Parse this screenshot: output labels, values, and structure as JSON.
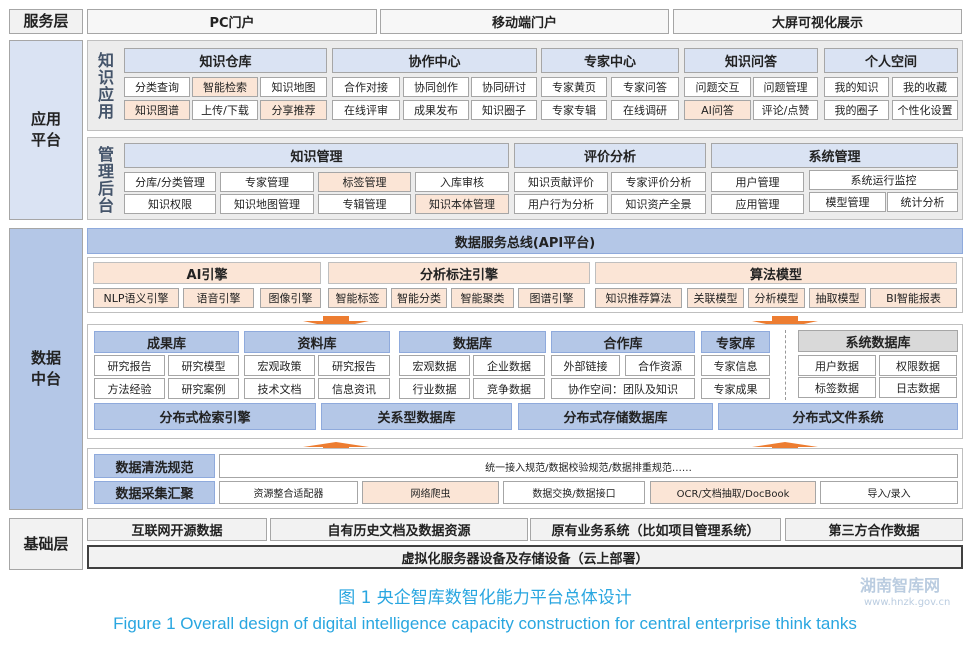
{
  "service_layer": {
    "label": "服务层",
    "items": [
      "PC门户",
      "移动端门户",
      "大屏可视化展示"
    ]
  },
  "app_platform": {
    "label": "应用平台",
    "knowledge_app": {
      "label": "知识应用",
      "groups": [
        {
          "title": "知识仓库",
          "items": [
            "分类查询",
            "智能检索",
            "知识地图",
            "知识图谱",
            "上传/下载",
            "分享推荐"
          ]
        },
        {
          "title": "协作中心",
          "items": [
            "合作对接",
            "协同创作",
            "协同研讨",
            "在线评审",
            "成果发布",
            "知识圈子"
          ]
        },
        {
          "title": "专家中心",
          "items": [
            "专家黄页",
            "专家问答",
            "专家专辑",
            "在线调研"
          ]
        },
        {
          "title": "知识问答",
          "items": [
            "问题交互",
            "问题管理",
            "AI问答",
            "评论/点赞"
          ]
        },
        {
          "title": "个人空间",
          "items": [
            "我的知识",
            "我的收藏",
            "我的圈子",
            "个性化设置"
          ]
        }
      ]
    },
    "admin": {
      "label": "管理后台",
      "groups": [
        {
          "title": "知识管理",
          "items": [
            "分库/分类管理",
            "专家管理",
            "标签管理",
            "入库审核",
            "知识权限",
            "知识地图管理",
            "专辑管理",
            "知识本体管理"
          ]
        },
        {
          "title": "评价分析",
          "items": [
            "知识贡献评价",
            "专家评价分析",
            "用户行为分析",
            "知识资产全景"
          ]
        },
        {
          "title": "系统管理",
          "items": [
            "用户管理",
            "系统运行监控",
            "应用管理",
            "模型管理",
            "统计分析"
          ]
        }
      ]
    }
  },
  "data_platform": {
    "label": "数据中台",
    "bus": "数据服务总线(API平台)",
    "engines": [
      {
        "title": "AI引擎",
        "items": [
          "NLP语义引擎",
          "语音引擎",
          "图像引擎"
        ]
      },
      {
        "title": "分析标注引擎",
        "items": [
          "智能标签",
          "智能分类",
          "智能聚类",
          "图谱引擎"
        ]
      },
      {
        "title": "算法模型",
        "items": [
          "知识推荐算法",
          "关联模型",
          "分析模型",
          "抽取模型",
          "BI智能报表"
        ]
      }
    ],
    "libraries": [
      {
        "title": "成果库",
        "items": [
          "研究报告",
          "研究模型",
          "方法经验",
          "研究案例"
        ]
      },
      {
        "title": "资料库",
        "items": [
          "宏观政策",
          "研究报告",
          "技术文档",
          "信息资讯"
        ]
      },
      {
        "title": "数据库",
        "items": [
          "宏观数据",
          "企业数据",
          "行业数据",
          "竞争数据"
        ]
      },
      {
        "title": "合作库",
        "items": [
          "外部链接",
          "合作资源",
          "协作空间：团队及知识"
        ]
      },
      {
        "title": "专家库",
        "items": [
          "专家信息",
          "专家成果"
        ]
      }
    ],
    "system_db": {
      "title": "系统数据库",
      "items": [
        "用户数据",
        "权限数据",
        "标签数据",
        "日志数据"
      ]
    },
    "storage": [
      "分布式检索引擎",
      "关系型数据库",
      "分布式存储数据库",
      "分布式文件系统"
    ],
    "cleaning": {
      "label": "数据清洗规范",
      "text": "统一接入规范/数据校验规范/数据排重规范……"
    },
    "collection": {
      "label": "数据采集汇聚",
      "items": [
        "资源整合适配器",
        "网络爬虫",
        "数据交换/数据接口",
        "OCR/文档抽取/DocBook",
        "导入/录入"
      ]
    }
  },
  "base_layer": {
    "label": "基础层",
    "sources": [
      "互联网开源数据",
      "自有历史文档及数据资源",
      "原有业务系统（比如项目管理系统）",
      "第三方合作数据"
    ],
    "infrastructure": "虚拟化服务器设备及存储设备（云上部署）"
  },
  "caption": {
    "zh": "图 1  央企智库数智化能力平台总体设计",
    "en": "Figure 1  Overall design of digital intelligence capacity construction for central enterprise think tanks"
  },
  "watermark": {
    "name": "湖南智库网",
    "url": "www.hnzk.gov.cn"
  },
  "colors": {
    "header_light_blue": "#dae3f3",
    "header_blue": "#b4c7e7",
    "highlight_orange": "#fbe5d6",
    "arrow_orange": "#ed7d31",
    "caption_blue": "#29a6e0"
  }
}
